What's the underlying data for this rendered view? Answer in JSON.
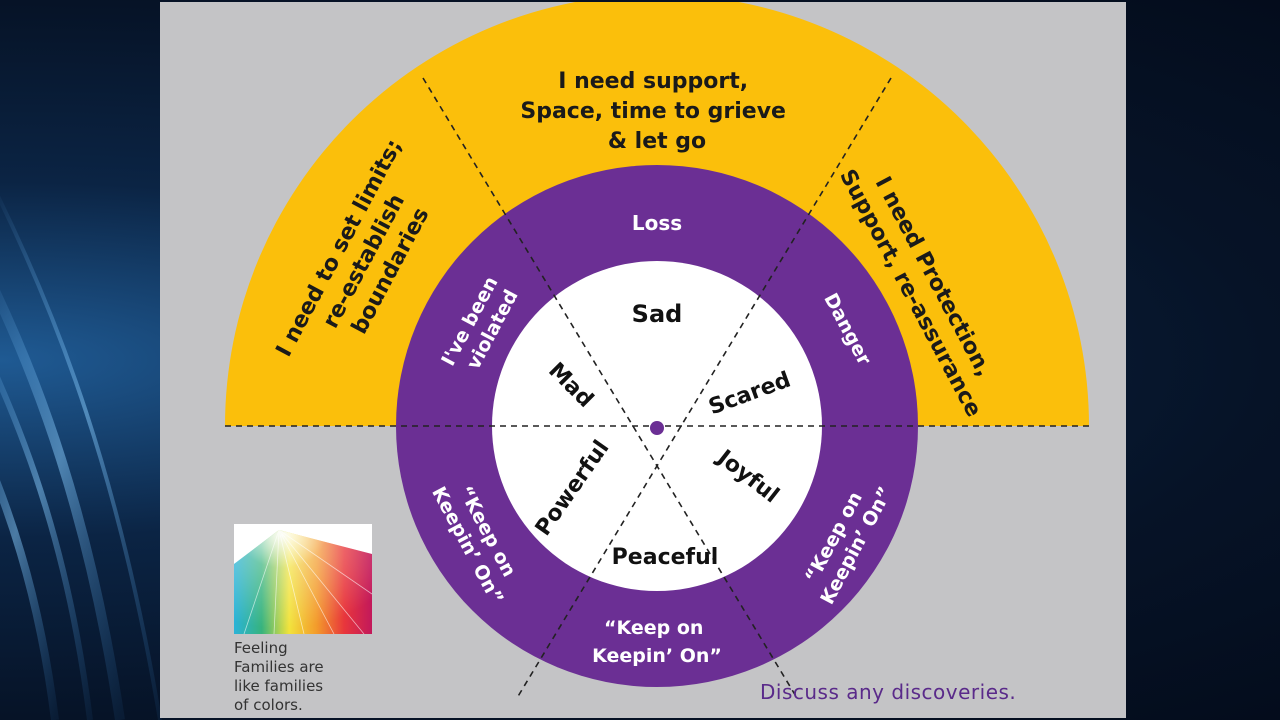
{
  "colors": {
    "outer_ring": "#fbbf0b",
    "middle_ring": "#6b2f94",
    "inner_circle": "#ffffff",
    "slide_bg": "#c4c4c6",
    "discuss_text": "#5a2a8a"
  },
  "diagram": {
    "needs": {
      "grieve": [
        "I need support,",
        "Space, time to grieve",
        "& let go"
      ],
      "limits": [
        "I need to set limits;",
        "re-establish",
        "boundaries"
      ],
      "protection": [
        "I need Protection,",
        "Support, re-assurance"
      ]
    },
    "messages": {
      "loss": "Loss",
      "violated": [
        "I've been",
        "violated"
      ],
      "danger": "Danger",
      "keep_left": [
        "“Keep on",
        "Keepin’ On”"
      ],
      "keep_bottom": [
        "“Keep on",
        "Keepin’ On”"
      ],
      "keep_right": [
        "“Keep on",
        "Keepin’ On”"
      ]
    },
    "feelings": {
      "sad": "Sad",
      "mad": "Mad",
      "scared": "Scared",
      "powerful": "Powerful",
      "joyful": "Joyful",
      "peaceful": "Peaceful"
    }
  },
  "caption": "Feeling\nFamilies are\nlike families\nof colors.",
  "discuss": "Discuss any discoveries."
}
